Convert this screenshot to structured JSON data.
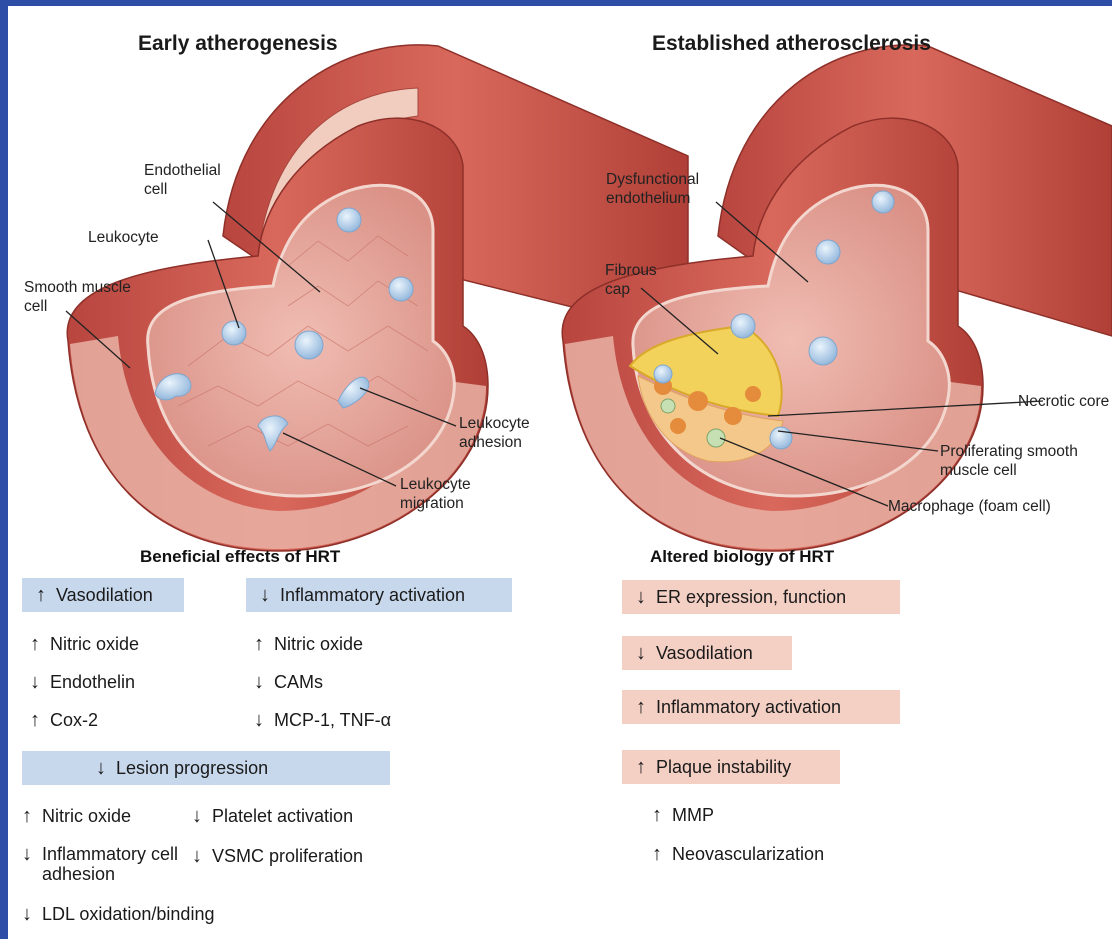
{
  "titles": {
    "left": "Early atherogenesis",
    "right": "Established atherosclerosis"
  },
  "labels": {
    "endothelial_cell": [
      "Endothelial",
      "cell"
    ],
    "leukocyte": "Leukocyte",
    "smooth_muscle_cell": [
      "Smooth muscle",
      "cell"
    ],
    "leukocyte_adhesion": [
      "Leukocyte",
      "adhesion"
    ],
    "leukocyte_migration": [
      "Leukocyte",
      "migration"
    ],
    "dysfunctional_endothelium": [
      "Dysfunctional",
      "endothelium"
    ],
    "fibrous_cap": [
      "Fibrous",
      "cap"
    ],
    "necrotic_core": "Necrotic core",
    "proliferating_smc": [
      "Proliferating smooth",
      "muscle cell"
    ],
    "macrophage": "Macrophage (foam cell)"
  },
  "beneficial": {
    "heading": "Beneficial effects of HRT",
    "vasodilation": {
      "label": "Vasodilation",
      "dir": "up",
      "items": [
        {
          "dir": "up",
          "text": "Nitric oxide"
        },
        {
          "dir": "down",
          "text": "Endothelin"
        },
        {
          "dir": "up",
          "text": "Cox-2"
        }
      ]
    },
    "inflammatory": {
      "label": "Inflammatory activation",
      "dir": "down",
      "items": [
        {
          "dir": "up",
          "text": "Nitric oxide"
        },
        {
          "dir": "down",
          "text": "CAMs"
        },
        {
          "dir": "down",
          "text": "MCP-1, TNF-α"
        }
      ]
    },
    "lesion": {
      "label": "Lesion progression",
      "dir": "down",
      "items_left": [
        {
          "dir": "up",
          "text": "Nitric oxide"
        },
        {
          "dir": "down",
          "text": "Inflammatory cell adhesion"
        },
        {
          "dir": "down",
          "text": "LDL oxidation/binding"
        }
      ],
      "items_right": [
        {
          "dir": "down",
          "text": "Platelet activation"
        },
        {
          "dir": "down",
          "text": "VSMC proliferation"
        }
      ]
    }
  },
  "altered": {
    "heading": "Altered biology of HRT",
    "boxes": [
      {
        "dir": "down",
        "text": "ER expression, function"
      },
      {
        "dir": "down",
        "text": "Vasodilation"
      },
      {
        "dir": "up",
        "text": "Inflammatory activation"
      },
      {
        "dir": "up",
        "text": "Plaque instability"
      }
    ],
    "items": [
      {
        "dir": "up",
        "text": "MMP"
      },
      {
        "dir": "up",
        "text": "Neovascularization"
      }
    ]
  },
  "arrows": {
    "up": "↑",
    "down": "↓"
  },
  "colors": {
    "frame": "#2e4da7",
    "box_blue": "#c8d8ec",
    "box_pink": "#f3cfc4",
    "vessel_wall": "#c9554a",
    "vessel_dark": "#a23a33",
    "lumen": "#e3a39a",
    "plaque": "#f2d25a",
    "leukocyte": "#a9c9e8"
  }
}
